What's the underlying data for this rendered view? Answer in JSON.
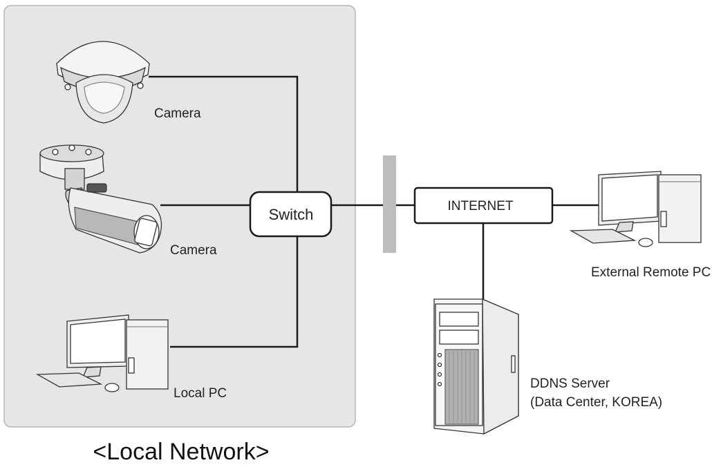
{
  "labels": {
    "camera_dome": "Camera",
    "camera_bullet": "Camera",
    "local_pc": "Local PC",
    "switch": "Switch",
    "internet": "INTERNET",
    "external_pc": "External Remote PC",
    "ddns_line1": "DDNS Server",
    "ddns_line2": "(Data Center, KOREA)",
    "local_network": "<Local Network>"
  },
  "colors": {
    "local_network_bg": "#e6e6e6",
    "firewall": "#bdbdbd",
    "line": "#1a1a1a"
  },
  "icons": {
    "dome_camera": "dome-camera-icon",
    "bullet_camera": "bullet-camera-icon",
    "local_pc": "desktop-pc-icon",
    "external_pc": "desktop-pc-icon",
    "ddns_server": "tower-server-icon",
    "firewall": "firewall-icon"
  }
}
